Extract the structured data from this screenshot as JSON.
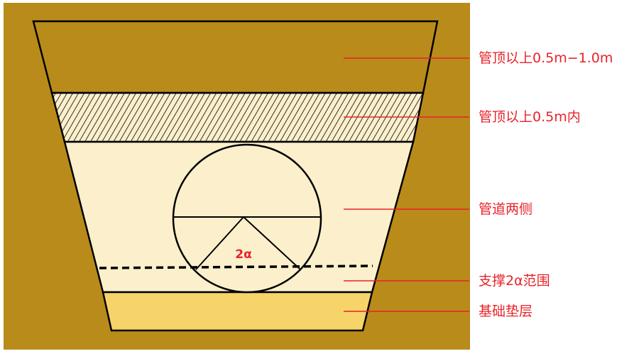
{
  "colors": {
    "soil": "#b98b1a",
    "fill_light": "#fbefcc",
    "bedding": "#f7d46a",
    "label": "#e8232a",
    "line": "#000000"
  },
  "angle_label": "2α",
  "labels": [
    {
      "id": "top-fill",
      "text": "管顶以上0.5m−1.0m"
    },
    {
      "id": "hatched-fill",
      "text": "管顶以上0.5m内"
    },
    {
      "id": "pipe-sides",
      "text": "管道两侧"
    },
    {
      "id": "support-zone",
      "text": "支撑2α范围"
    },
    {
      "id": "bedding",
      "text": "基础垫层"
    }
  ]
}
